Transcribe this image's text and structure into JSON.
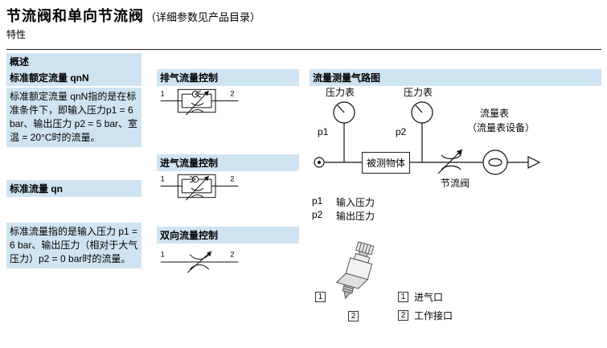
{
  "colors": {
    "highlight": "#cfe4f2",
    "text": "#000000"
  },
  "header": {
    "title": "节流阀和单向节流阀",
    "title_note": "（详细参数见产品目录）",
    "subtitle": "特性",
    "overview": "概述"
  },
  "left": {
    "section1": {
      "heading": "标准额定流量 qnN",
      "body": "标准额定流量 qnN指的是在标准条件下，即输入压力p1 = 6 bar、输出压力 p2 = 5 bar、室温 = 20°C时的流量。"
    },
    "section2": {
      "heading": "标准流量 qn",
      "body": "标准流量指的是输入压力 p1 = 6 bar、输出压力（相对于大气压力）p2 = 0 bar时的流量。"
    }
  },
  "middle": {
    "sections": [
      {
        "title": "排气流量控制",
        "port_left": "1",
        "port_right": "2"
      },
      {
        "title": "进气流量控制",
        "port_left": "1",
        "port_right": "2"
      },
      {
        "title": "双向流量控制",
        "port_left": "1",
        "port_right": "2"
      }
    ]
  },
  "right": {
    "title": "流量测量气路图",
    "gauge1": {
      "label": "压力表",
      "tag": "p1"
    },
    "gauge2": {
      "label": "压力表",
      "tag": "p2"
    },
    "dut": "被测物体",
    "throttle_label": "节流阀",
    "flowmeter_label": "流量表",
    "flowmeter_sublabel": "（流量表设备）",
    "legend": [
      {
        "key": "p1",
        "text": "输入压力"
      },
      {
        "key": "p2",
        "text": "输出压力"
      }
    ],
    "valve_tags": {
      "tag1": "1",
      "tag2": "2"
    },
    "ports": [
      {
        "num": "1",
        "text": "进气口"
      },
      {
        "num": "2",
        "text": "工作接口"
      }
    ]
  }
}
